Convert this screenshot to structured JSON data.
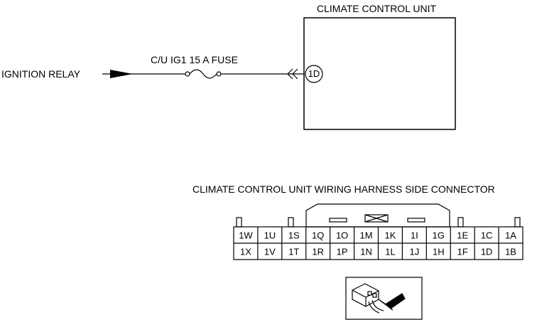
{
  "unit": {
    "title": "CLIMATE CONTROL UNIT",
    "terminal": "1D"
  },
  "source": {
    "label": "IGNITION RELAY"
  },
  "fuse": {
    "label": "C/U IG1 15 A FUSE"
  },
  "connector": {
    "title": "CLIMATE CONTROL UNIT WIRING HARNESS SIDE CONNECTOR",
    "top_row": [
      "1W",
      "1U",
      "1S",
      "1Q",
      "1O",
      "1M",
      "1K",
      "1I",
      "1G",
      "1E",
      "1C",
      "1A"
    ],
    "bottom_row": [
      "1X",
      "1V",
      "1T",
      "1R",
      "1P",
      "1N",
      "1L",
      "1J",
      "1H",
      "1F",
      "1D",
      "1B"
    ]
  },
  "icons": [
    "arrow-icon",
    "fuse-icon",
    "connector-terminal-icon",
    "connector-view-icon"
  ]
}
